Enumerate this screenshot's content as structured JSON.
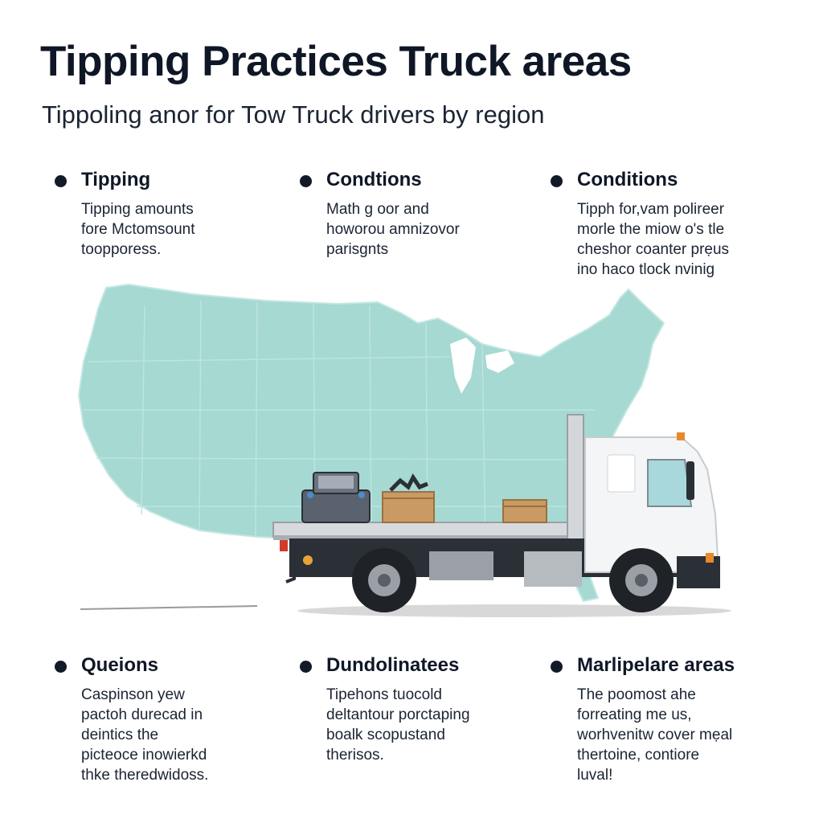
{
  "header": {
    "title": "Tipping Practices Truck areas",
    "subtitle": "Tippoling anor for Tow Truck drivers by region"
  },
  "sections": [
    {
      "title": "Tipping",
      "lines": [
        "Tipping amounts",
        "fore Mctomsount",
        "toopporess."
      ]
    },
    {
      "title": "Condtions",
      "lines": [
        "Math g oor and",
        "howorou amnizovor",
        "parisgnts"
      ]
    },
    {
      "title": "Conditions",
      "lines": [
        "Tipph for,vam polireer",
        "morle the miow o's tle",
        "cheshor coanter prẹus",
        "ino haco tlock nvinig"
      ]
    },
    {
      "title": "Queions",
      "lines": [
        "Caspinson yew",
        "pactoh durecad in",
        "deintics the",
        "picteoce inowierkd",
        "thke theredwidoss."
      ]
    },
    {
      "title": "Dundolinatees",
      "lines": [
        "Tipehons tuocold",
        "deltantour porctaping",
        "boalk scopustand",
        "therisos."
      ]
    },
    {
      "title": "Marlipelare areas",
      "lines": [
        "The poomost ahe",
        "forreating me us,",
        "worhvenitw cover mẹal",
        "thertoine, contiore",
        "luval!"
      ]
    }
  ],
  "colors": {
    "map_fill": "#a5d9d2",
    "map_border": "#c3e7e2",
    "text_dark": "#0f1726",
    "truck_cab": "#f4f5f6",
    "truck_window": "#a8d8dc",
    "crate": "#c99a63",
    "chassis": "#2b2f36"
  },
  "icons": {
    "bullet": "filled-circle",
    "illustration": "us-map-with-flatbed-tow-truck"
  }
}
